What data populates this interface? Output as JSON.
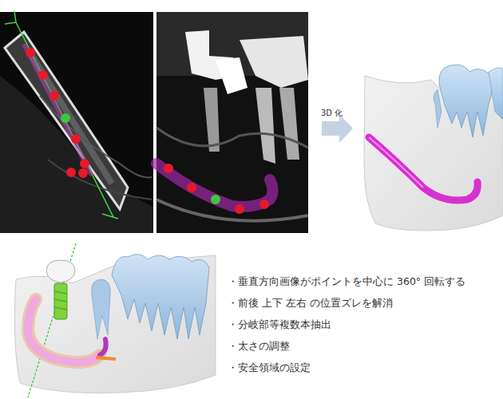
{
  "diagram": {
    "labels": [
      "3D 化",
      "・垂直方向画像がポイントを中心に 360° 回転する",
      "・前後 上下 左右 の位置ズレを解消",
      "・分岐部等複数本抽出",
      "・太さの調整",
      "・安全領域の設定"
    ]
  }
}
